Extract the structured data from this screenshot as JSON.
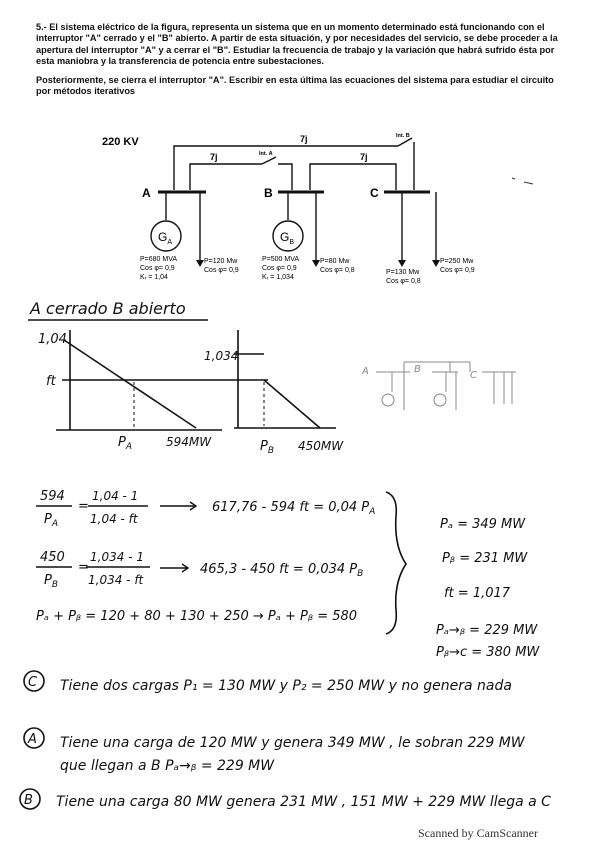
{
  "problem": {
    "p1": "5.- El sistema eléctrico de la figura, representa un sistema que en un momento determinado está funcionando con el interruptor \"A\" cerrado y el \"B\" abierto. A partir de esta situación, y por necesidades del servicio, se debe proceder a la apertura del interruptor \"A\" y a cerrar el \"B\". Estudiar la frecuencia de trabajo y la variación que habrá sufrido ésta por esta maniobra y la transferencia de potencia entre subestaciones.",
    "p2": "Posteriormente, se cierra el interruptor \"A\". Escribir en esta última las ecuaciones del sistema para estudiar el circuito por métodos iterativos"
  },
  "circuit": {
    "voltage": "220 KV",
    "line_top": "7j",
    "line_ab": "7j",
    "line_bc": "7j",
    "switch_a": "Int. A",
    "switch_b": "Int. B",
    "bus_a": "A",
    "bus_b": "B",
    "bus_c": "C",
    "gen_a": {
      "name": "G",
      "sub": "A",
      "p": "P=680 MVA",
      "cos": "Cos φ= 0,9",
      "k": "Kᵣ = 1,04"
    },
    "gen_b": {
      "name": "G",
      "sub": "B",
      "p": "P=500 MVA",
      "cos": "Cos φ= 0,9",
      "k": "Kᵣ = 1,034"
    },
    "load_a": {
      "p": "P=120 Mw",
      "cos": "Cos φ= 0,9"
    },
    "load_b": {
      "p": "P=80 Mw",
      "cos": "Cos φ= 0,8"
    },
    "load_c1": {
      "p": "P=130 Mw",
      "cos": "Cos φ= 0,8"
    },
    "load_c2": {
      "p": "P=250 Mw",
      "cos": "Cos φ= 0,9"
    }
  },
  "handwriting": {
    "heading": "A cerrado B abierto",
    "graph_a": {
      "y_top": "1,04",
      "y_mid": "ft",
      "x_marker": "P",
      "x_marker_sub": "A",
      "x_end": "594MW"
    },
    "graph_b": {
      "y_top": "1,034",
      "x_marker": "P",
      "x_marker_sub": "B",
      "x_end": "450MW"
    },
    "sketch": {
      "a": "A",
      "b": "B",
      "c": "C"
    },
    "eq1_left_num": "594",
    "eq1_left_den": "P",
    "eq1_left_den_sub": "A",
    "eq1_right_num": "1,04 - 1",
    "eq1_right_den": "1,04 - ft",
    "eq1_result": "617,76 - 594 ft = 0,04 P",
    "eq1_result_sub": "A",
    "eq2_left_num": "450",
    "eq2_left_den": "P",
    "eq2_left_den_sub": "B",
    "eq2_right_num": "1,034 - 1",
    "eq2_right_den": "1,034 - ft",
    "eq2_result": "465,3 - 450 ft = 0,034 P",
    "eq2_result_sub": "B",
    "eq3": "Pₐ + Pᵦ = 120 + 80 + 130 + 250 → Pₐ + Pᵦ = 580",
    "res_pa": "Pₐ = 349 MW",
    "res_pb": "Pᵦ = 231 MW",
    "res_ft": "ft = 1,017",
    "res_ab": "Pₐ→ᵦ = 229 MW",
    "res_bc": "Pᵦ→c = 380 MW",
    "c_label": "C",
    "c_text": "Tiene dos cargas  P₁ = 130 MW  y  P₂ = 250 MW  y no genera nada",
    "a_label": "A",
    "a_text1": "Tiene una carga de 120 MW  y genera 349 MW , le sobran 229 MW",
    "a_text2": "que llegan a B   Pₐ→ᵦ = 229 MW",
    "b_label": "B",
    "b_text": "Tiene una carga 80 MW genera 231 MW ,  151 MW + 229 MW llega a  C"
  },
  "footer": "Scanned by CamScanner"
}
